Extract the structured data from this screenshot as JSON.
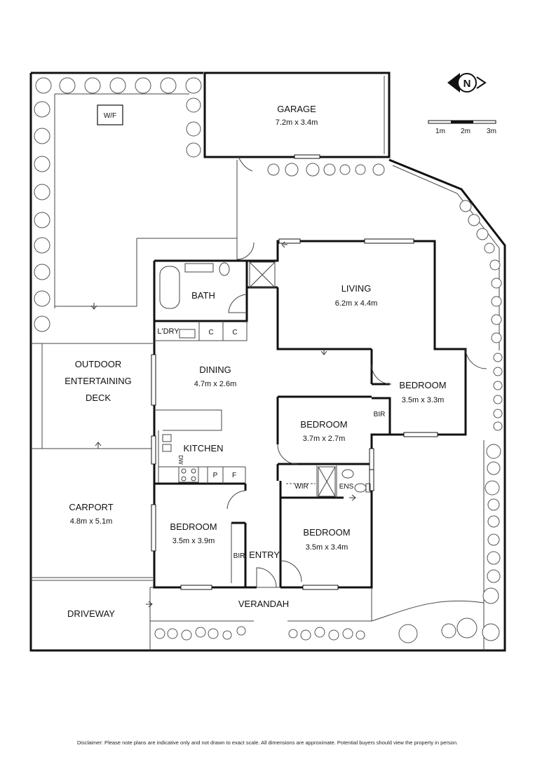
{
  "compass": {
    "letter": "N"
  },
  "scale": {
    "ticks": [
      "1m",
      "2m",
      "3m"
    ]
  },
  "rooms": {
    "garage": {
      "name": "GARAGE",
      "dims": "7.2m x 3.4m"
    },
    "wf": {
      "name": "W/F"
    },
    "bath": {
      "name": "BATH"
    },
    "laundry": {
      "name": "L'DRY"
    },
    "cupboard1": {
      "name": "C"
    },
    "cupboard2": {
      "name": "C"
    },
    "living": {
      "name": "LIVING",
      "dims": "6.2m x 4.4m"
    },
    "outdoor": {
      "name_line1": "OUTDOOR",
      "name_line2": "ENTERTAINING",
      "name_line3": "DECK"
    },
    "dining": {
      "name": "DINING",
      "dims": "4.7m x 2.6m"
    },
    "bedroom_east": {
      "name": "BEDROOM",
      "dims": "3.5m x 3.3m"
    },
    "bir_east": {
      "name": "BIR"
    },
    "bedroom_mid": {
      "name": "BEDROOM",
      "dims": "3.7m x 2.7m"
    },
    "kitchen": {
      "name": "KITCHEN"
    },
    "dw": {
      "name": "DW"
    },
    "pantry": {
      "name": "P"
    },
    "fridge": {
      "name": "F"
    },
    "wir": {
      "name": "WIR"
    },
    "ens": {
      "name": "ENS"
    },
    "carport": {
      "name": "CARPORT",
      "dims": "4.8m x 5.1m"
    },
    "bedroom_sw": {
      "name": "BEDROOM",
      "dims": "3.5m x 3.9m"
    },
    "bir_sw": {
      "name": "BIR"
    },
    "entry": {
      "name": "ENTRY"
    },
    "bedroom_se": {
      "name": "BEDROOM",
      "dims": "3.5m x 3.4m"
    },
    "driveway": {
      "name": "DRIVEWAY"
    },
    "verandah": {
      "name": "VERANDAH"
    }
  },
  "disclaimer": "Disclaimer: Please note plans are indicative only and not drawn to exact scale. All dimensions are approximate. Potential buyers should view the property in person."
}
